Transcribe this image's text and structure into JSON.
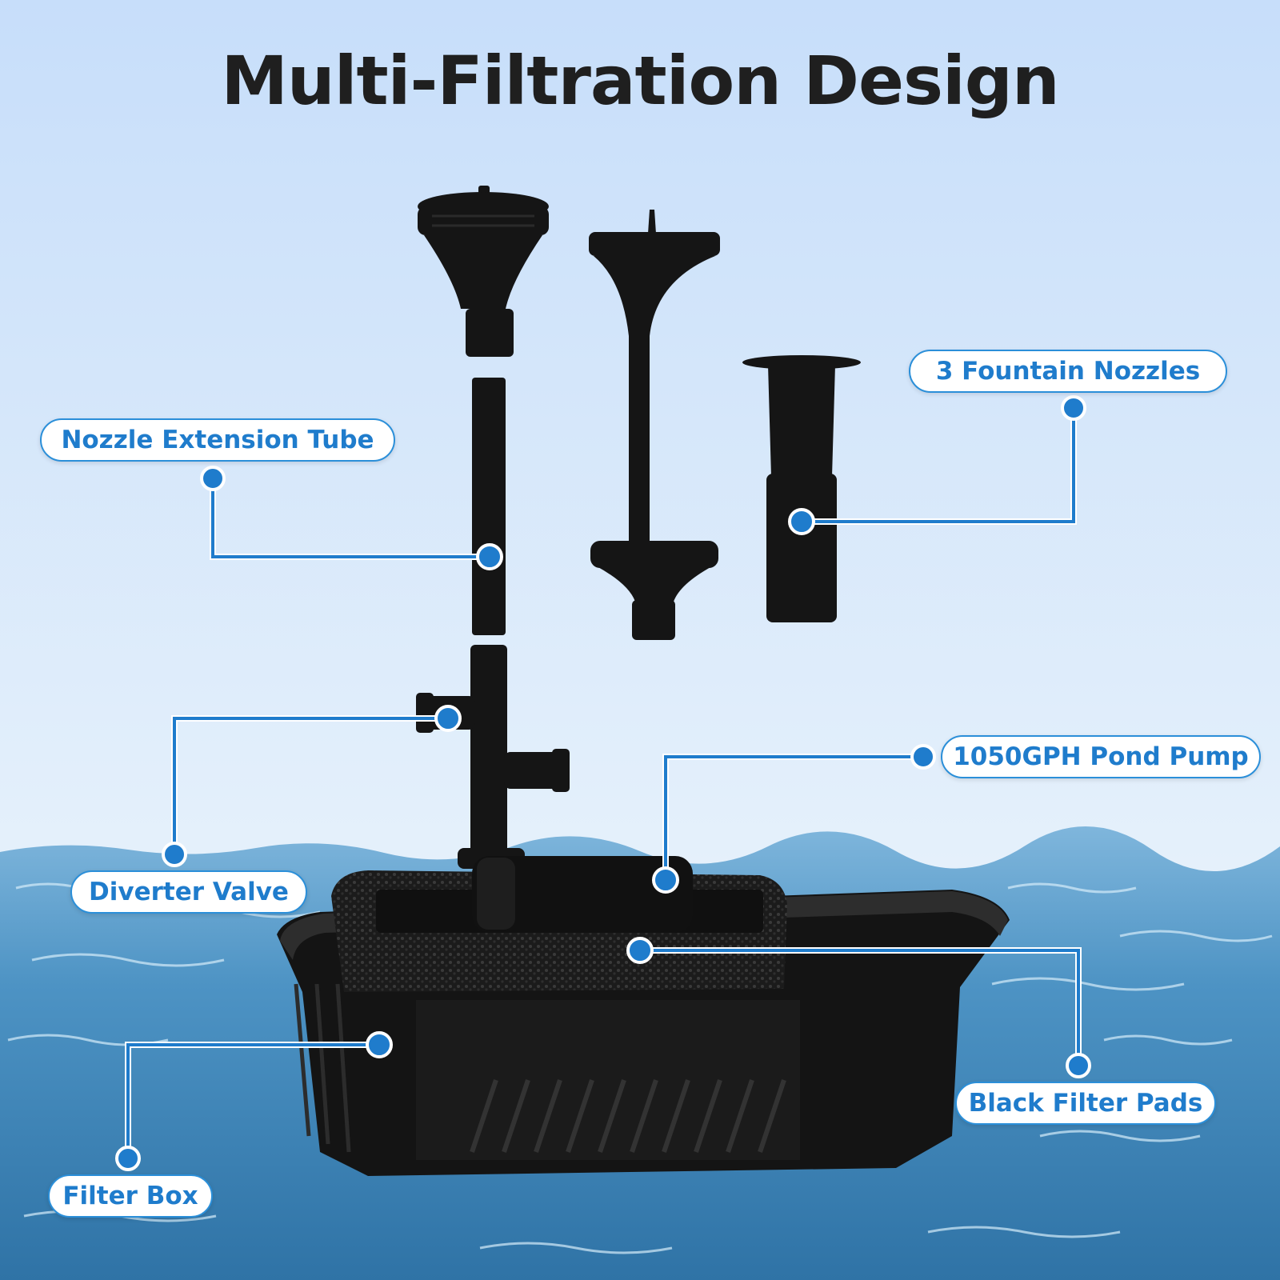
{
  "title": "Multi-Filtration Design",
  "colors": {
    "accent": "#1f7ccc",
    "sky_top": "#c9e0fb",
    "sky_bottom": "#eaf3fb",
    "water": "#3f86b8",
    "parts": "#151515"
  },
  "labels": {
    "nozzle_extension_tube": "Nozzle Extension Tube",
    "fountain_nozzles": "3 Fountain Nozzles",
    "diverter_valve": "Diverter Valve",
    "pond_pump": "1050GPH Pond Pump",
    "black_filter_pads": "Black Filter Pads",
    "filter_box": "Filter Box"
  }
}
